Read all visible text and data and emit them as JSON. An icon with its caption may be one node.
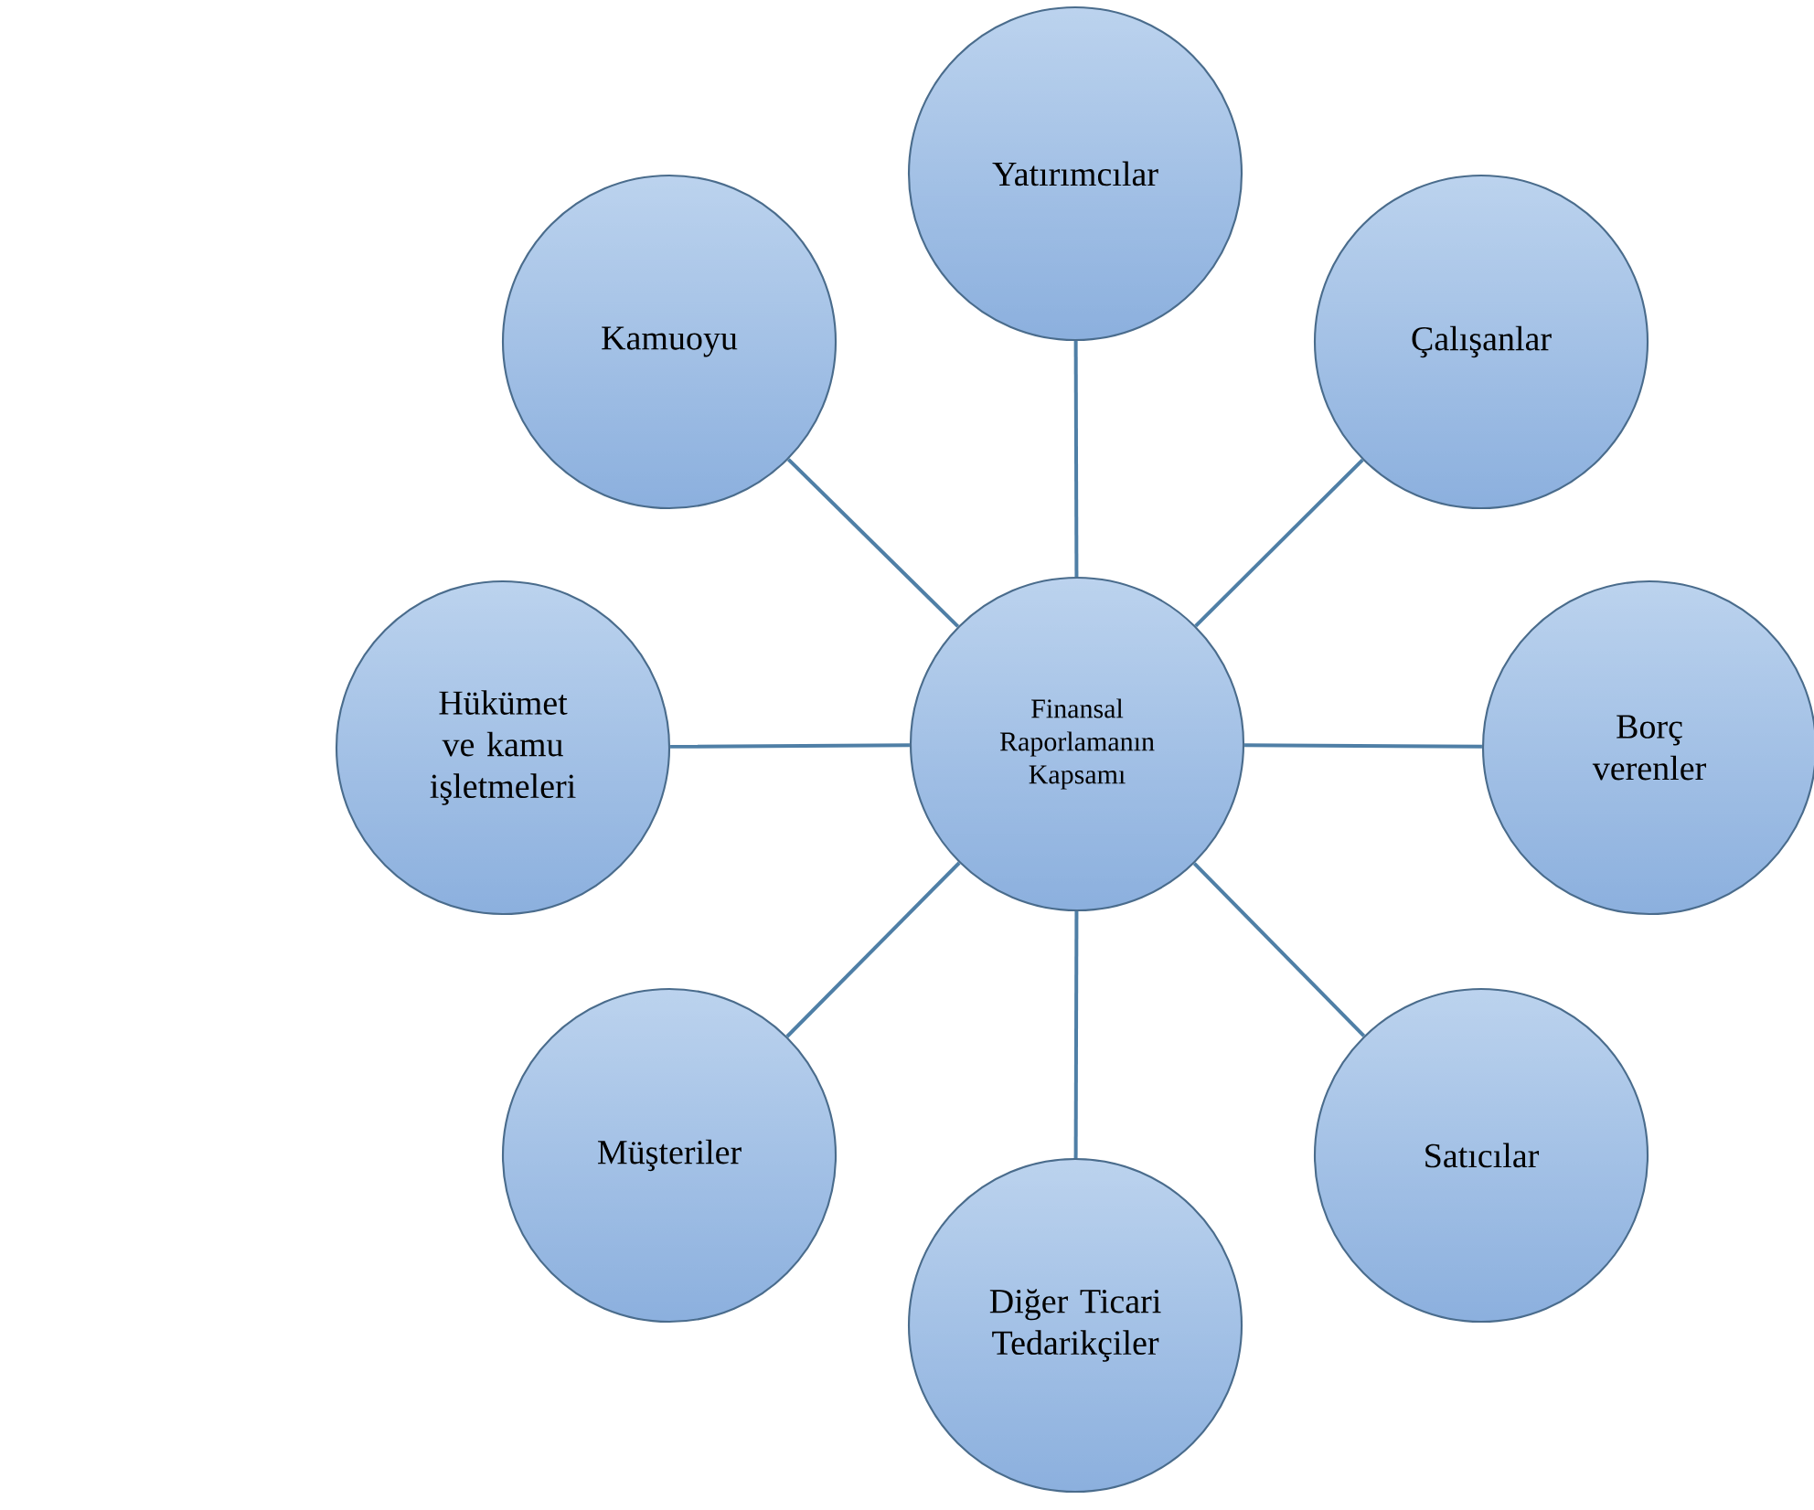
{
  "diagram": {
    "nodes": [
      {
        "text": [
          "Finansal Raporlamanın Kapsamı"
        ]
      },
      {
        "text": [
          "Yatırımcılar"
        ]
      },
      {
        "text": [
          "Çalışanlar"
        ]
      },
      {
        "text": [
          "Borç verenler"
        ]
      },
      {
        "text": [
          "Satıcılar"
        ]
      },
      {
        "text": [
          "Diğer Ticari Tedarikçiler"
        ]
      },
      {
        "text": [
          "Müşteriler"
        ]
      },
      {
        "text": [
          "Hükümet ve kamu işletmeleri"
        ]
      },
      {
        "text": [
          "Kamuoyu"
        ]
      }
    ],
    "edges": [
      {
        "from": 0,
        "to": 1,
        "arrow": "none"
      },
      {
        "from": 0,
        "to": 2,
        "arrow": "none"
      },
      {
        "from": 0,
        "to": 3,
        "arrow": "none"
      },
      {
        "from": 0,
        "to": 4,
        "arrow": "none"
      },
      {
        "from": 0,
        "to": 5,
        "arrow": "none"
      },
      {
        "from": 0,
        "to": 6,
        "arrow": "none"
      },
      {
        "from": 0,
        "to": 7,
        "arrow": "none"
      },
      {
        "from": 0,
        "to": 8,
        "arrow": "none"
      }
    ]
  }
}
